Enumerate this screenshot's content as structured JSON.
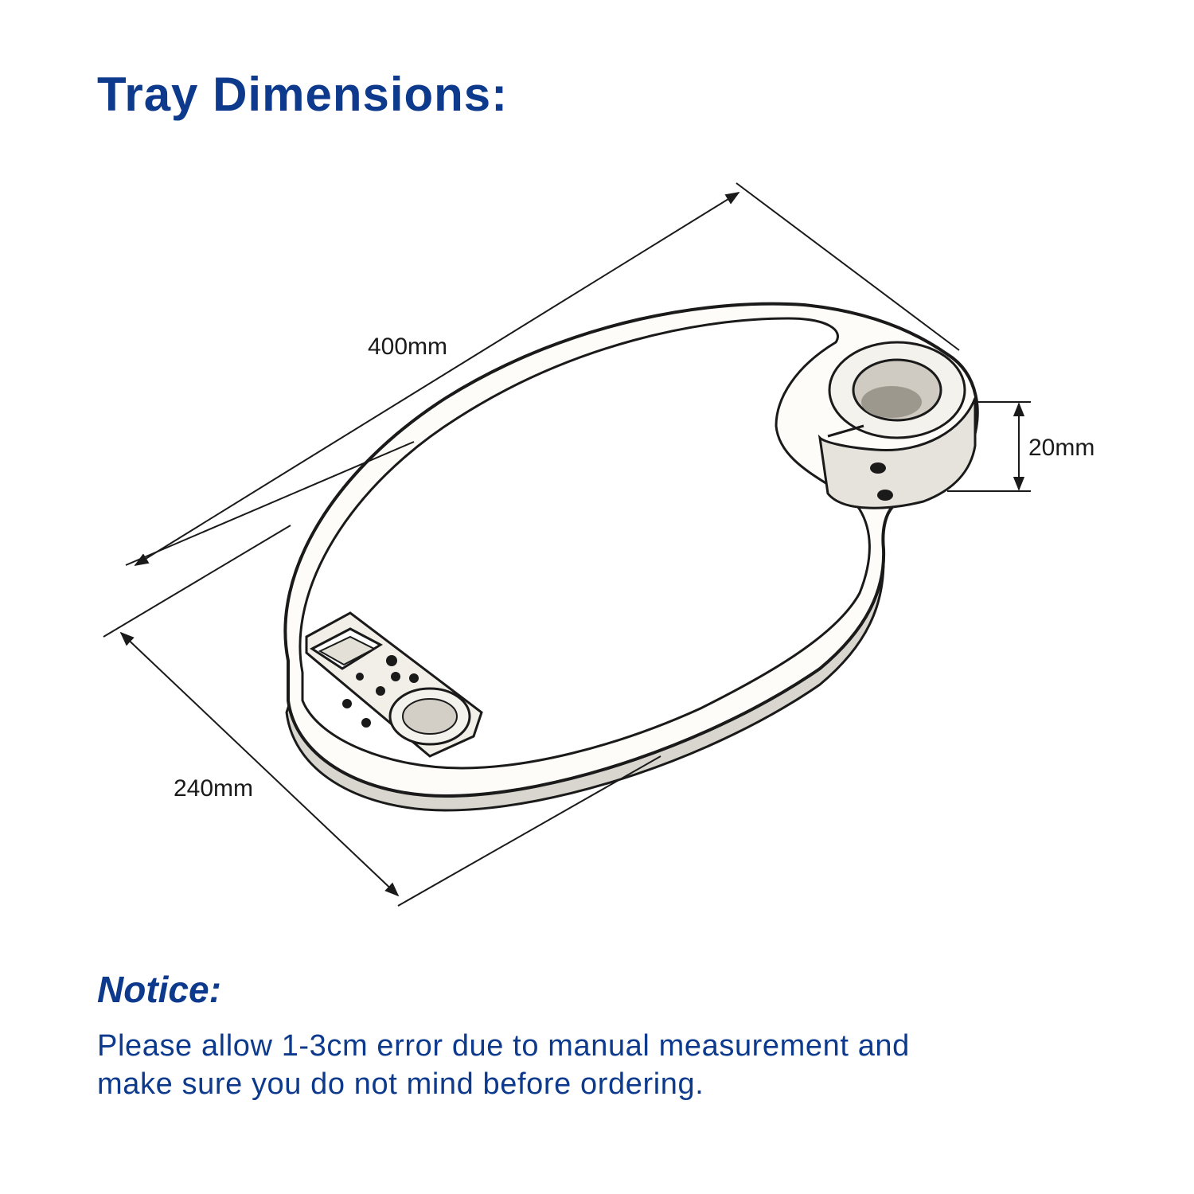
{
  "header": {
    "title": "Tray Dimensions:"
  },
  "diagram": {
    "dimensions": {
      "length": "400mm",
      "width": "240mm",
      "height": "20mm"
    },
    "colors": {
      "outline": "#1a1a1a",
      "tray_fill": "#fdfcf8",
      "shadow": "#d9d6cf"
    }
  },
  "notice": {
    "title": "Notice:",
    "line1": "Please allow 1-3cm error due to manual measurement and",
    "line2": "make sure you do not mind before ordering."
  },
  "theme": {
    "heading_color": "#0d3a8c"
  }
}
